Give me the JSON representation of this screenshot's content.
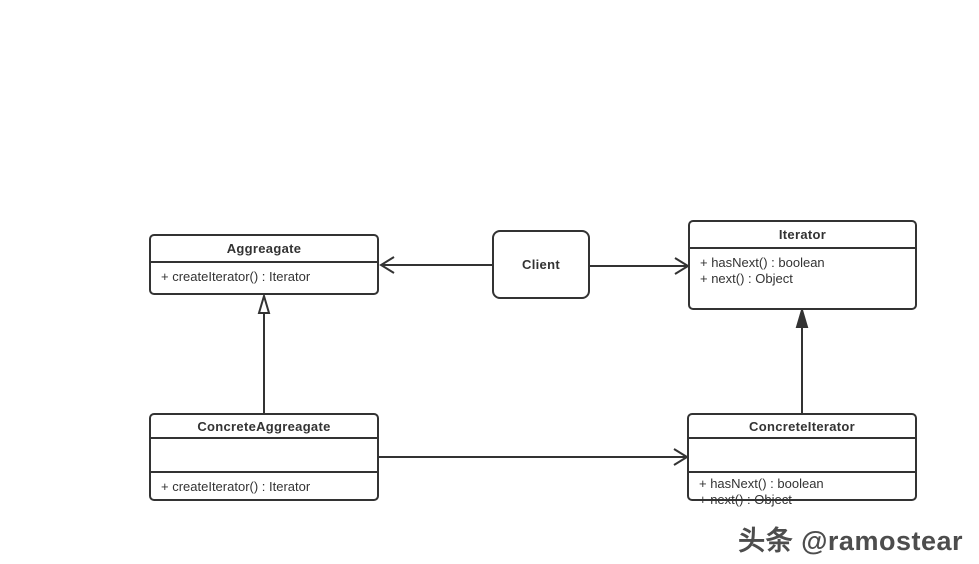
{
  "diagram": {
    "title_hint": "Iterator design pattern UML class diagram",
    "colors": {
      "line": "#333333",
      "text": "#333333",
      "background": "#ffffff",
      "watermark": "#4d4d4d"
    },
    "classes": {
      "aggregate": {
        "title": "Aggreagate",
        "methods": [
          "+ createIterator() : Iterator"
        ]
      },
      "client": {
        "title": "Client"
      },
      "iterator": {
        "title": "Iterator",
        "methods": [
          "+ hasNext() : boolean",
          "+ next() : Object"
        ]
      },
      "concrete_aggregate": {
        "title": "ConcreteAggreagate",
        "attributes": [],
        "methods": [
          "+ createIterator() : Iterator"
        ]
      },
      "concrete_iterator": {
        "title": "ConcreteIterator",
        "attributes": [],
        "methods": [
          "+ hasNext() : boolean",
          "+ next() : Object"
        ]
      }
    },
    "relations": [
      {
        "from": "client",
        "to": "aggregate",
        "style": "open-arrow"
      },
      {
        "from": "client",
        "to": "iterator",
        "style": "open-arrow"
      },
      {
        "from": "concrete_aggregate",
        "to": "aggregate",
        "style": "hollow-triangle"
      },
      {
        "from": "concrete_iterator",
        "to": "iterator",
        "style": "filled-triangle"
      },
      {
        "from": "concrete_aggregate",
        "to": "concrete_iterator",
        "style": "open-arrow"
      }
    ],
    "watermark": "头条 @ramostear"
  }
}
